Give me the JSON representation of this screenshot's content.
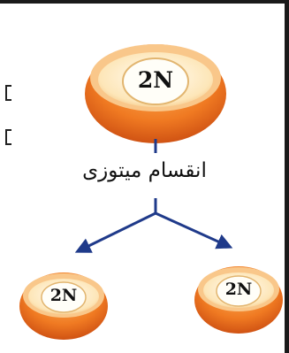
{
  "diagram": {
    "process_label": "انقسام میتوزی",
    "parent_cell": {
      "label": "2N"
    },
    "daughter_cells": [
      {
        "label": "2N"
      },
      {
        "label": "2N"
      }
    ],
    "colors": {
      "arrow": "#1f3a8a",
      "cell_outer": "#f07a22",
      "cell_inner": "#fde6b8",
      "cell_rim": "#f9c78a"
    }
  }
}
